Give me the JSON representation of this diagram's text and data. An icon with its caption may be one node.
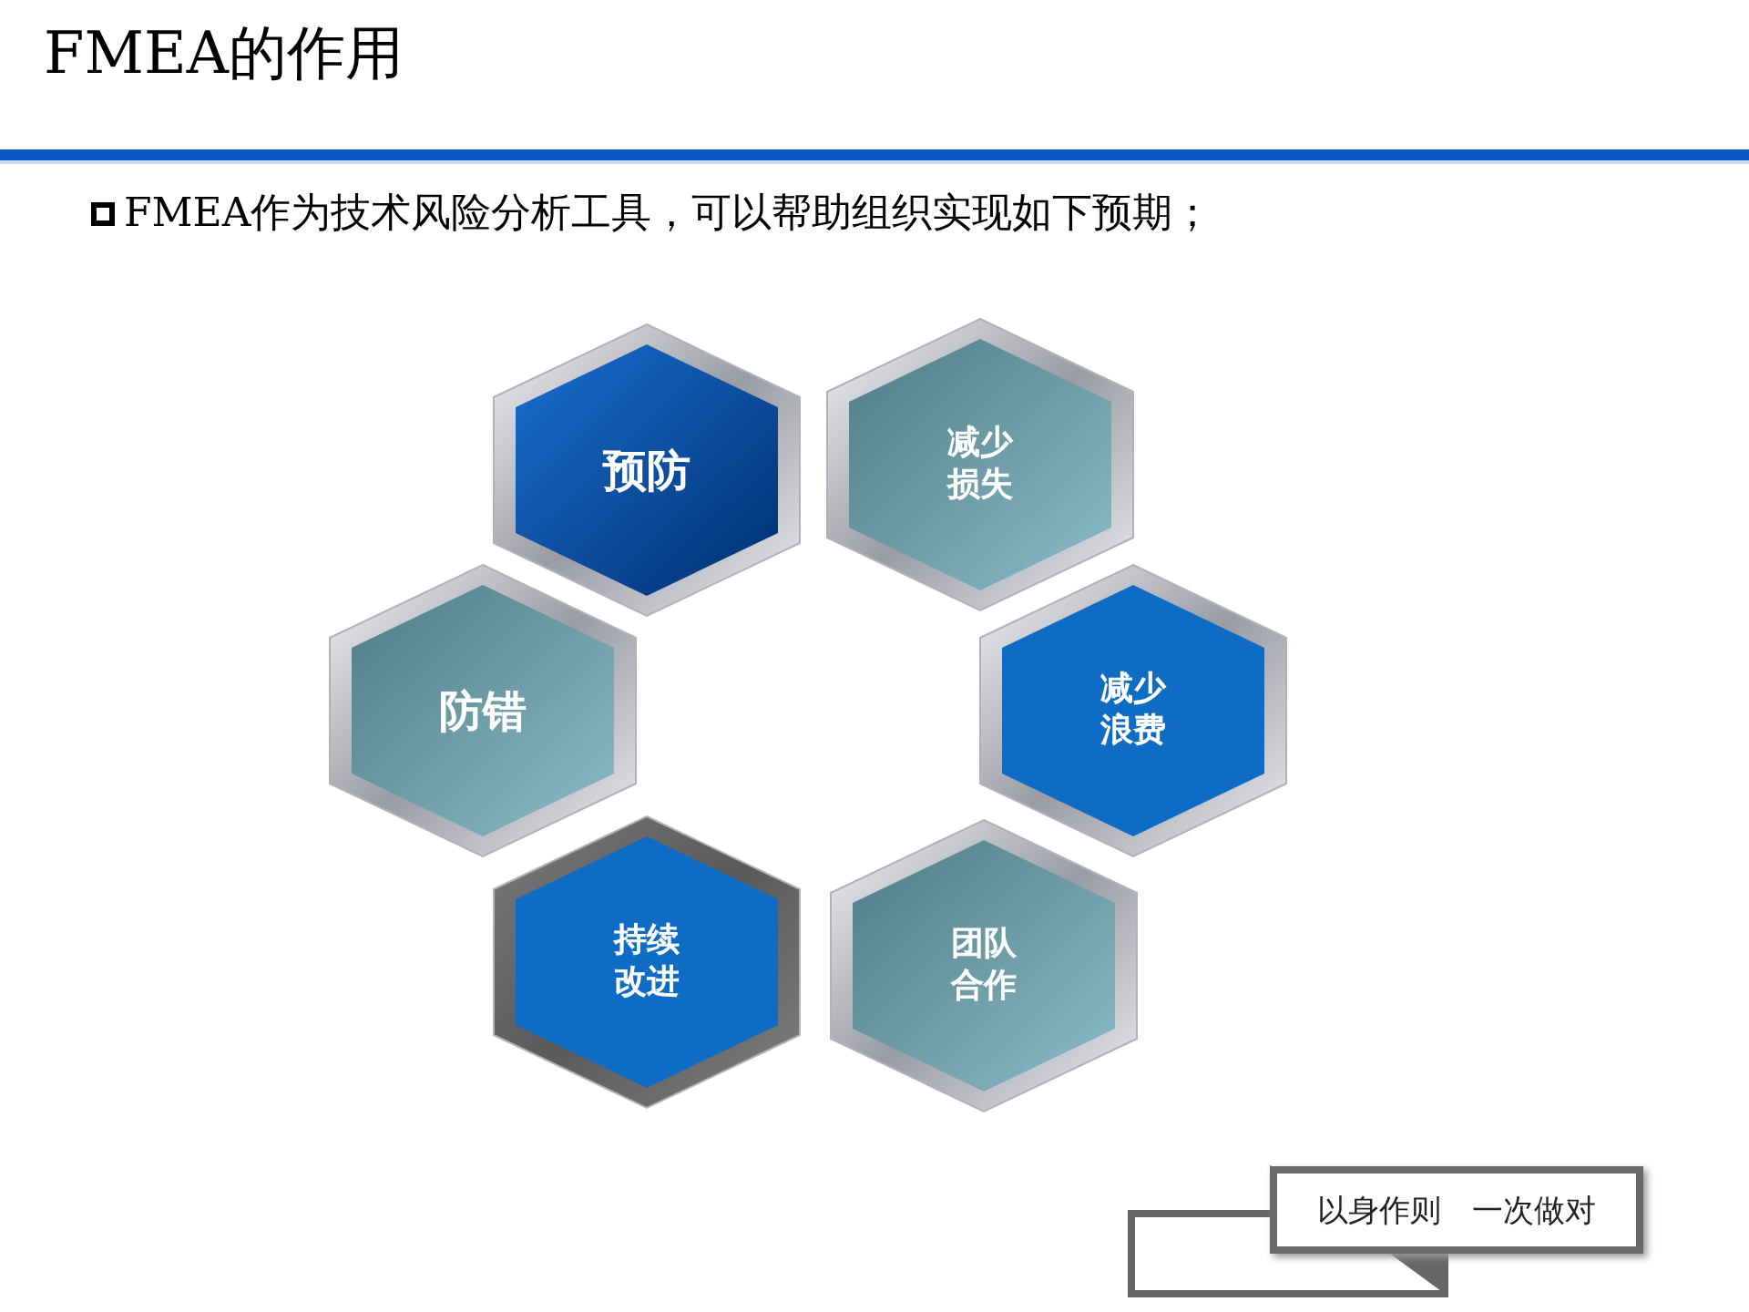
{
  "diagram": {
    "title": "FMEA的作用",
    "nodes": [
      {
        "text": [
          "预防"
        ]
      },
      {
        "text": [
          "减少损失"
        ]
      },
      {
        "text": [
          "防错"
        ]
      },
      {
        "text": [
          "减少浪费"
        ]
      },
      {
        "text": [
          "持续改进"
        ]
      },
      {
        "text": [
          "团队合作"
        ]
      },
      {
        "text": [
          "以身作则　一次做对"
        ]
      }
    ],
    "labels": [
      "FMEA作为技术风险分析工具，可以帮助组织实现如下预期；"
    ]
  }
}
